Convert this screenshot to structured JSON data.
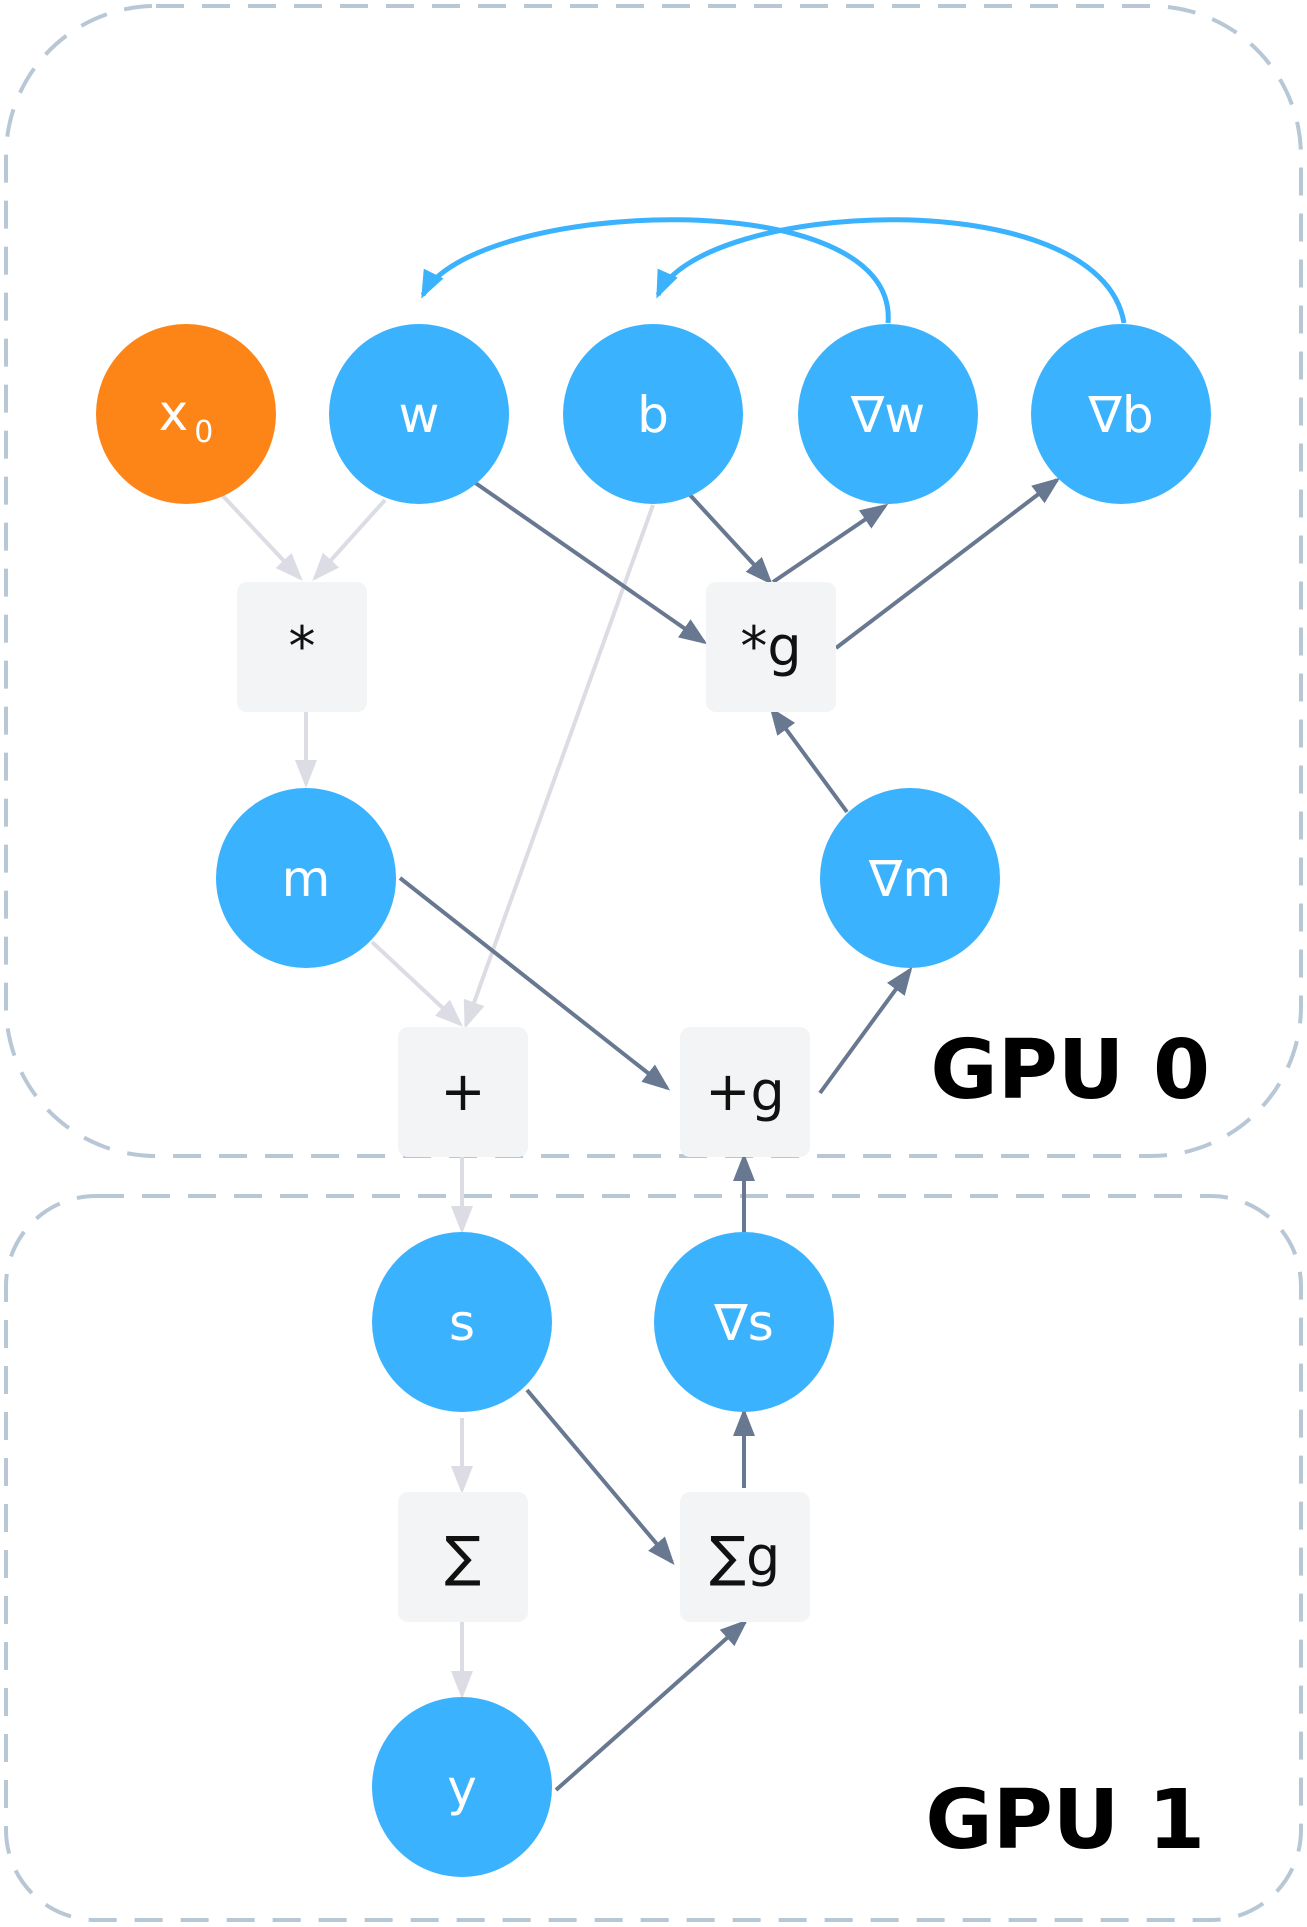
{
  "regions": [
    {
      "id": "gpu0",
      "label": "GPU 0"
    },
    {
      "id": "gpu1",
      "label": "GPU 1"
    }
  ],
  "nodes": {
    "x0": {
      "label": "x",
      "sub": "0",
      "kind": "input"
    },
    "w": {
      "label": "w",
      "kind": "tensor"
    },
    "b": {
      "label": "b",
      "kind": "tensor"
    },
    "gw": {
      "label": "∇w",
      "kind": "tensor"
    },
    "gb": {
      "label": "∇b",
      "kind": "tensor"
    },
    "m": {
      "label": "m",
      "kind": "tensor"
    },
    "gm": {
      "label": "∇m",
      "kind": "tensor"
    },
    "s": {
      "label": "s",
      "kind": "tensor"
    },
    "gs": {
      "label": "∇s",
      "kind": "tensor"
    },
    "y": {
      "label": "y",
      "kind": "tensor"
    },
    "mul": {
      "label": "*",
      "kind": "op"
    },
    "mulg": {
      "label": "*g",
      "kind": "op"
    },
    "add": {
      "label": "+",
      "kind": "op"
    },
    "addg": {
      "label": "+g",
      "kind": "op"
    },
    "sum": {
      "label": "∑",
      "kind": "op"
    },
    "sumg": {
      "label": "∑g",
      "kind": "op"
    }
  },
  "edges": [
    {
      "from": "x0",
      "to": "mul",
      "style": "forward"
    },
    {
      "from": "w",
      "to": "mul",
      "style": "forward"
    },
    {
      "from": "mul",
      "to": "m",
      "style": "forward"
    },
    {
      "from": "b",
      "to": "add",
      "style": "forward"
    },
    {
      "from": "m",
      "to": "add",
      "style": "forward"
    },
    {
      "from": "add",
      "to": "s",
      "style": "forward"
    },
    {
      "from": "s",
      "to": "sum",
      "style": "forward"
    },
    {
      "from": "sum",
      "to": "y",
      "style": "forward"
    },
    {
      "from": "y",
      "to": "sumg",
      "style": "backward"
    },
    {
      "from": "s",
      "to": "sumg",
      "style": "backward"
    },
    {
      "from": "sumg",
      "to": "gs",
      "style": "backward"
    },
    {
      "from": "gs",
      "to": "addg",
      "style": "backward"
    },
    {
      "from": "m",
      "to": "addg",
      "style": "backward"
    },
    {
      "from": "addg",
      "to": "gm",
      "style": "backward"
    },
    {
      "from": "gm",
      "to": "mulg",
      "style": "backward"
    },
    {
      "from": "w",
      "to": "mulg",
      "style": "backward"
    },
    {
      "from": "b",
      "to": "mulg",
      "style": "backward"
    },
    {
      "from": "mulg",
      "to": "gw",
      "style": "backward"
    },
    {
      "from": "mulg",
      "to": "gb",
      "style": "backward"
    },
    {
      "from": "gw",
      "to": "w",
      "style": "update"
    },
    {
      "from": "gb",
      "to": "b",
      "style": "update"
    }
  ],
  "colors": {
    "tensor": "#3bb2fd",
    "input": "#fd8517",
    "op_fill": "#f3f4f5",
    "forward_edge": "#dcdde4",
    "backward_edge": "#677890",
    "update_edge": "#3bb2fd",
    "region_border": "#b8c7d6"
  }
}
